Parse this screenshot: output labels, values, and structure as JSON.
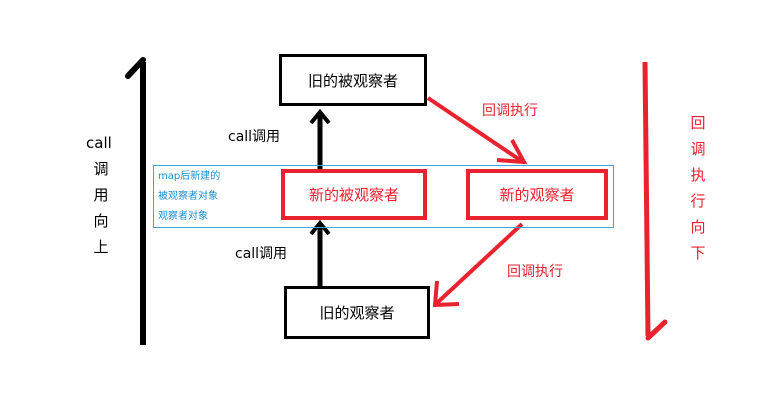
{
  "nodes": {
    "old_observed": "旧的被观察者",
    "new_observed": "新的被观察者",
    "new_observer": "新的观察者",
    "old_observer": "旧的观察者"
  },
  "note": {
    "line1": "map后新建的",
    "line2": "被观察者对象",
    "line3": "观察者对象"
  },
  "edges": {
    "call_up_top": "call调用",
    "call_up_bottom": "call调用",
    "callback_top": "回调执行",
    "callback_bottom": "回调执行"
  },
  "side_labels": {
    "left": [
      "call",
      "调",
      "用",
      "向",
      "上"
    ],
    "right": [
      "回",
      "调",
      "执",
      "行",
      "向",
      "下"
    ]
  },
  "colors": {
    "black": "#000000",
    "red": "#e8232f",
    "blue": "#1b8fd0"
  }
}
